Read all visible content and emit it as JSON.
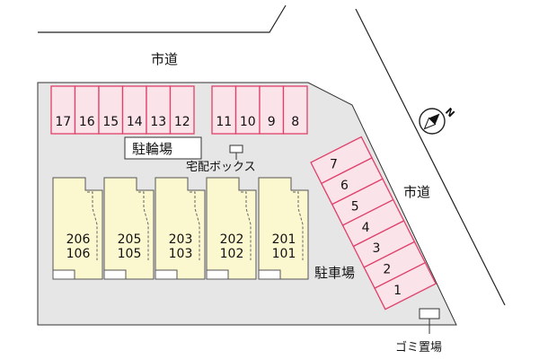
{
  "labels": {
    "road_top": "市道",
    "road_right": "市道",
    "bicycle_parking": "駐輪場",
    "delivery_box": "宅配ボックス",
    "parking": "駐車場",
    "garbage": "ゴミ置場",
    "compass_letter": "N"
  },
  "bicycle_slots_left": [
    "17",
    "16",
    "15",
    "14",
    "13",
    "12"
  ],
  "bicycle_slots_right": [
    "11",
    "10",
    "9",
    "8"
  ],
  "parking_slots": [
    "7",
    "6",
    "5",
    "4",
    "3",
    "2",
    "1"
  ],
  "units": [
    {
      "upper": "206",
      "lower": "106"
    },
    {
      "upper": "205",
      "lower": "105"
    },
    {
      "upper": "203",
      "lower": "103"
    },
    {
      "upper": "202",
      "lower": "102"
    },
    {
      "upper": "201",
      "lower": "101"
    }
  ],
  "colors": {
    "lot_fill": "#e6e6e6",
    "slot_fill": "#fbe3ea",
    "slot_stroke": "#e0406a",
    "unit_fill": "#fbf7cf",
    "unit_stroke": "#555555",
    "line": "#222222"
  }
}
